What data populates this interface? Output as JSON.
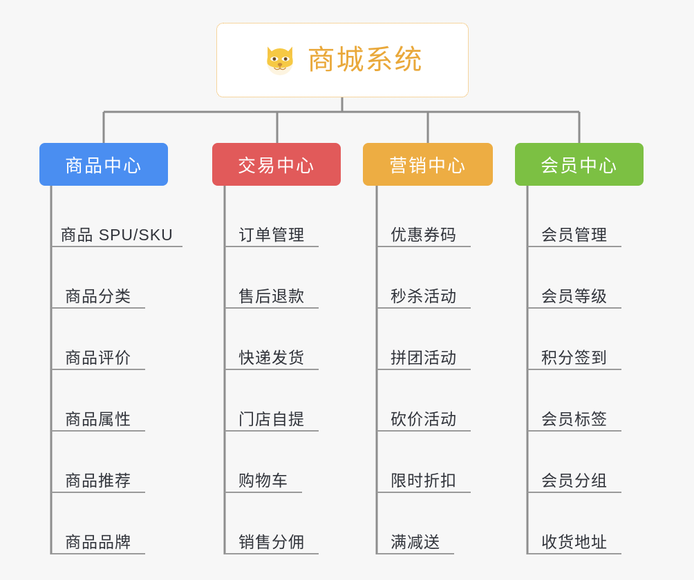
{
  "background_color": "#f7f7f7",
  "connector_color": "#8d8d8d",
  "root": {
    "title": "商城系统",
    "icon": "shiba-dog-face-icon",
    "border_color": "#eeab3d",
    "text_color": "#e9a83a",
    "background": "#ffffff"
  },
  "columns": [
    {
      "id": "product-center",
      "header": "商品中心",
      "color": "#4a8ef1",
      "items": [
        "商品 SPU/SKU",
        "商品分类",
        "商品评价",
        "商品属性",
        "商品推荐",
        "商品品牌"
      ]
    },
    {
      "id": "trade-center",
      "header": "交易中心",
      "color": "#e15a5a",
      "items": [
        "订单管理",
        "售后退款",
        "快递发货",
        "门店自提",
        "购物车",
        "销售分佣"
      ]
    },
    {
      "id": "marketing-center",
      "header": "营销中心",
      "color": "#edad43",
      "items": [
        "优惠券码",
        "秒杀活动",
        "拼团活动",
        "砍价活动",
        "限时折扣",
        "满减送"
      ]
    },
    {
      "id": "member-center",
      "header": "会员中心",
      "color": "#7cc043",
      "items": [
        "会员管理",
        "会员等级",
        "积分签到",
        "会员标签",
        "会员分组",
        "收货地址"
      ]
    }
  ]
}
